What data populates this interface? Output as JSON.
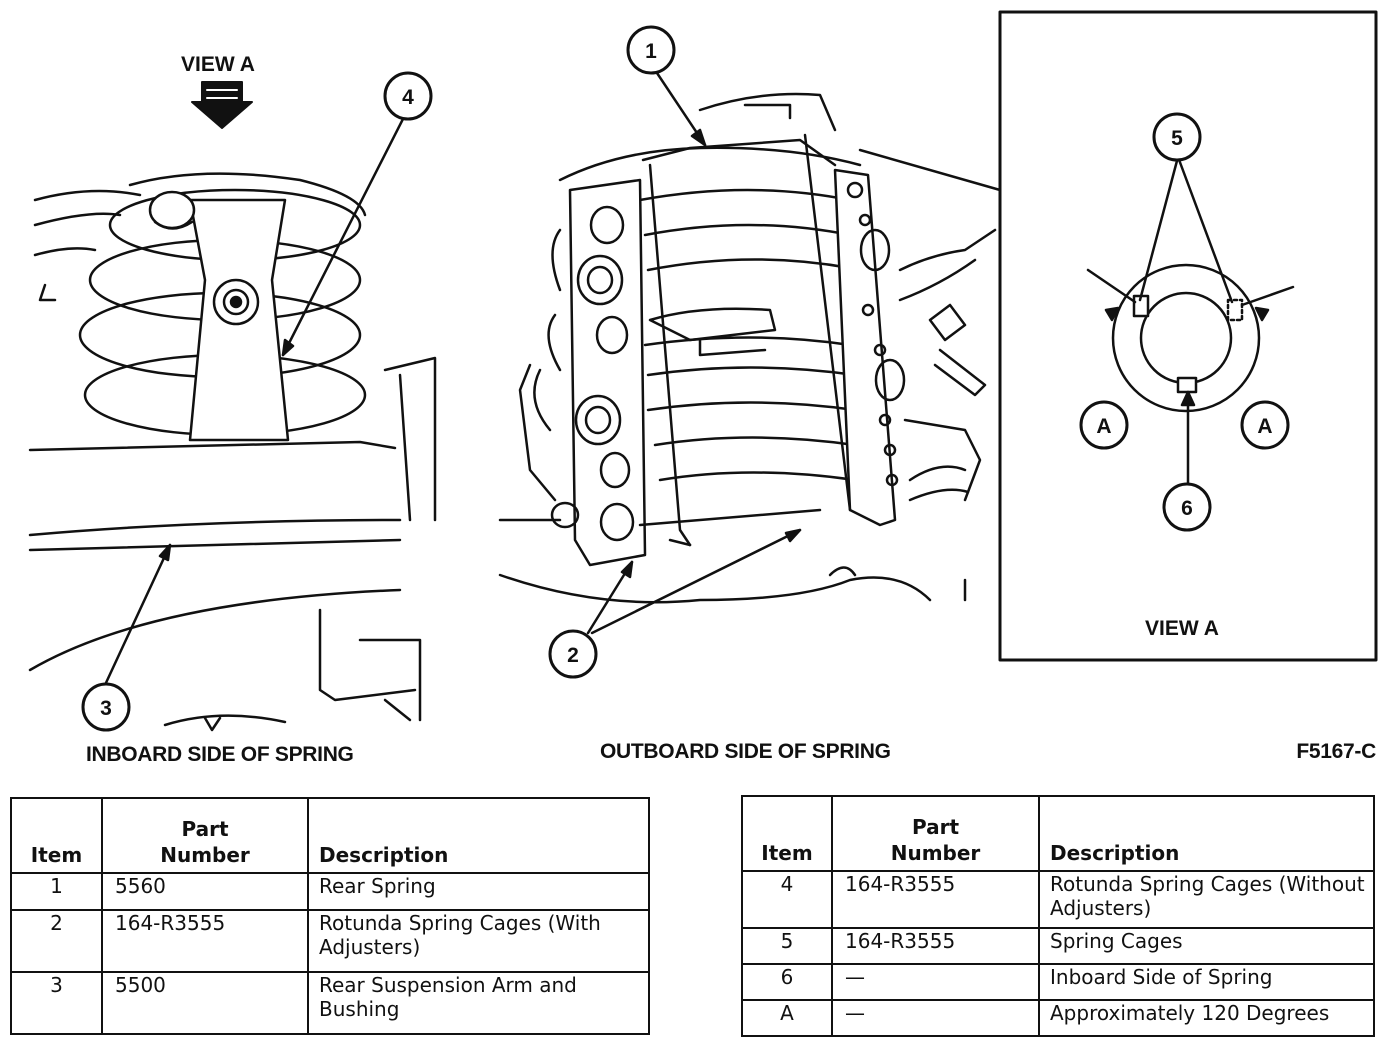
{
  "figure": {
    "view_a_top_label": "VIEW A",
    "view_a_inset_label": "VIEW A",
    "figure_code": "F5167-C",
    "inboard_caption": "INBOARD SIDE OF SPRING",
    "outboard_caption": "OUTBOARD SIDE OF SPRING",
    "callouts": [
      "1",
      "2",
      "3",
      "4",
      "5",
      "6",
      "A",
      "A"
    ]
  },
  "tables": {
    "headers": {
      "item": "Item",
      "part_line1": "Part",
      "part_line2": "Number",
      "description": "Description"
    },
    "left_rows": [
      {
        "item": "1",
        "part": "5560",
        "description": "Rear Spring"
      },
      {
        "item": "2",
        "part": "164-R3555",
        "description": "Rotunda Spring Cages (With Adjusters)"
      },
      {
        "item": "3",
        "part": "5500",
        "description": "Rear Suspension Arm and Bushing"
      }
    ],
    "right_rows": [
      {
        "item": "4",
        "part": "164-R3555",
        "description": "Rotunda Spring Cages (Without Adjusters)"
      },
      {
        "item": "5",
        "part": "164-R3555",
        "description": "Spring Cages"
      },
      {
        "item": "6",
        "part": "—",
        "description": "Inboard Side of Spring"
      },
      {
        "item": "A",
        "part": "—",
        "description": "Approximately 120 Degrees"
      }
    ]
  }
}
